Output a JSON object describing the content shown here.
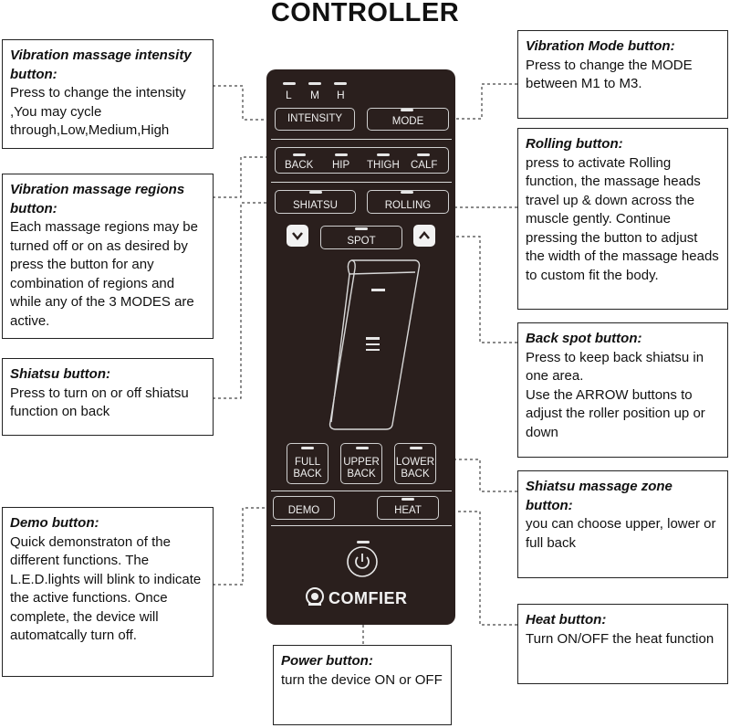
{
  "title": "CONTROLLER",
  "callouts": {
    "intensity": {
      "heading": "Vibration massage intensity button:",
      "body": "Press to change the intensity ,You may cycle through,Low,Medium,High"
    },
    "regions": {
      "heading": "Vibration massage regions button:",
      "body": "Each massage regions may be turned off or on as desired by press the button for any combination of regions and while any of the 3 MODES are active."
    },
    "shiatsu": {
      "heading": "Shiatsu button:",
      "body": "Press to turn on or off shiatsu function on back"
    },
    "demo": {
      "heading": "Demo button:",
      "body": "Quick demonstraton of the different functions. The L.E.D.lights will blink to indicate the active functions. Once complete, the device will automatcally turn off."
    },
    "power": {
      "heading": "Power button:",
      "body": "turn the device ON or OFF"
    },
    "mode": {
      "heading": "Vibration Mode button:",
      "body": "Press to change the MODE between M1 to M3."
    },
    "rolling": {
      "heading": "Rolling button:",
      "body": "press to activate Rolling function, the massage heads travel up & down across the muscle gently. Continue pressing the button to adjust the width of the massage heads to custom fit the body."
    },
    "spot": {
      "heading": "Back spot button:",
      "body": "Press to keep back shiatsu in one area.\nUse the ARROW buttons to adjust the roller position up or down"
    },
    "zone": {
      "heading": "Shiatsu massage zone button:",
      "body": "you can choose upper, lower or full back"
    },
    "heat": {
      "heading": "Heat button:",
      "body": "Turn ON/OFF the heat function"
    }
  },
  "remote": {
    "levels": [
      "L",
      "M",
      "H"
    ],
    "intensity": "INTENSITY",
    "mode": "MODE",
    "regions": [
      "BACK",
      "HIP",
      "THIGH",
      "CALF"
    ],
    "shiatsu": "SHIATSU",
    "rolling": "ROLLING",
    "spot": "SPOT",
    "zones": [
      [
        "FULL",
        "BACK"
      ],
      [
        "UPPER",
        "BACK"
      ],
      [
        "LOWER",
        "BACK"
      ]
    ],
    "demo": "DEMO",
    "heat": "HEAT",
    "brand": "COMFIER"
  }
}
